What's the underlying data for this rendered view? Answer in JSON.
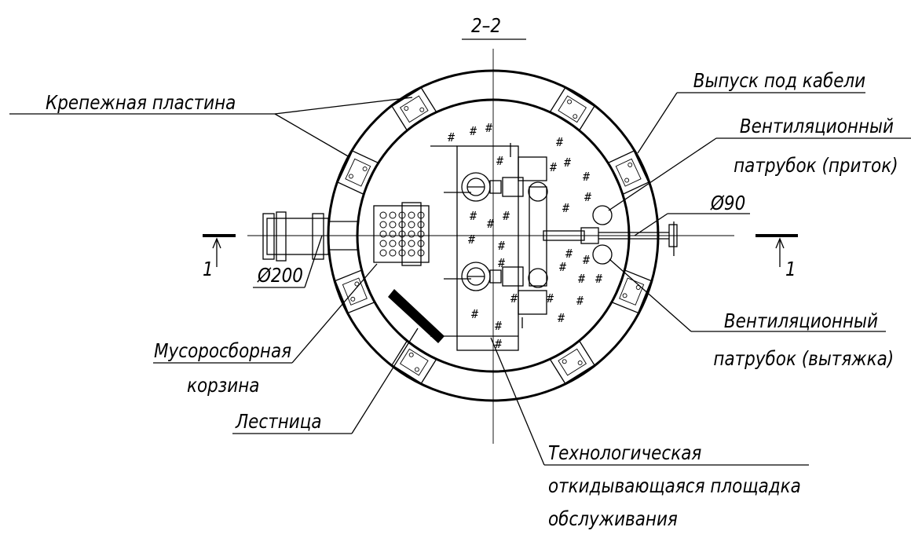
{
  "section_title": "2–2",
  "labels": {
    "mounting_plate": "Крепежная пластина",
    "cable_outlet": "Выпуск под кабели",
    "vent_inlet_line1": "Вентиляционный",
    "vent_inlet_line2": "патрубок (приток)",
    "dia_90": "Ø90",
    "dia_200": "Ø200",
    "debris_basket_line1": "Мусоросборная",
    "debris_basket_line2": "корзина",
    "ladder": "Лестница",
    "vent_exhaust_line1": "Вентиляционный",
    "vent_exhaust_line2": "патрубок (вытяжка)",
    "platform_line1": "Технологическая",
    "platform_line2": "откидывающаяся площадка",
    "platform_line3": "обслуживания"
  },
  "section_marks": {
    "left": "1",
    "right": "1"
  }
}
